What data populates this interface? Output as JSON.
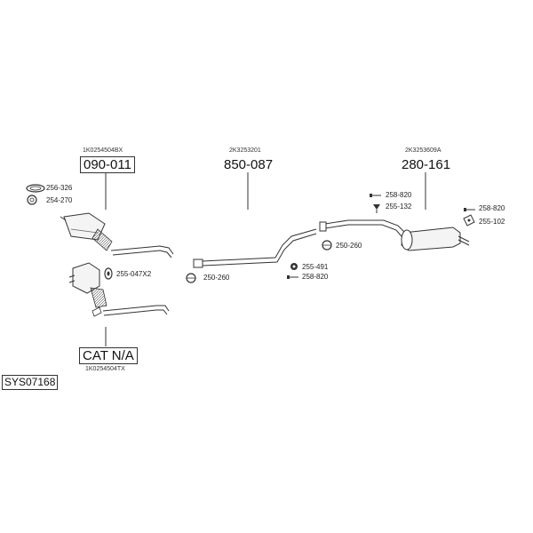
{
  "system_id": "SYS07168",
  "groups": {
    "catalyst_top": {
      "code": "1K0254504BX",
      "part": "090-011"
    },
    "catalyst_bottom": {
      "code": "1K0254504TX",
      "part": "CAT N/A"
    },
    "middle_pipe": {
      "code": "2K3253201",
      "part": "850-087"
    },
    "rear_silencer": {
      "code": "2K3253609A",
      "part": "280-161"
    }
  },
  "parts": {
    "p256_326": "256-326",
    "p254_270": "254-270",
    "p255_047": "255-047X2",
    "p250_260_left": "250-260",
    "p250_260_right": "250-260",
    "p255_491": "255-491",
    "p258_820_mid": "258-820",
    "p258_820_top": "258-820",
    "p255_132": "255-132",
    "p258_820_right": "258-820",
    "p255_102": "255-102"
  }
}
